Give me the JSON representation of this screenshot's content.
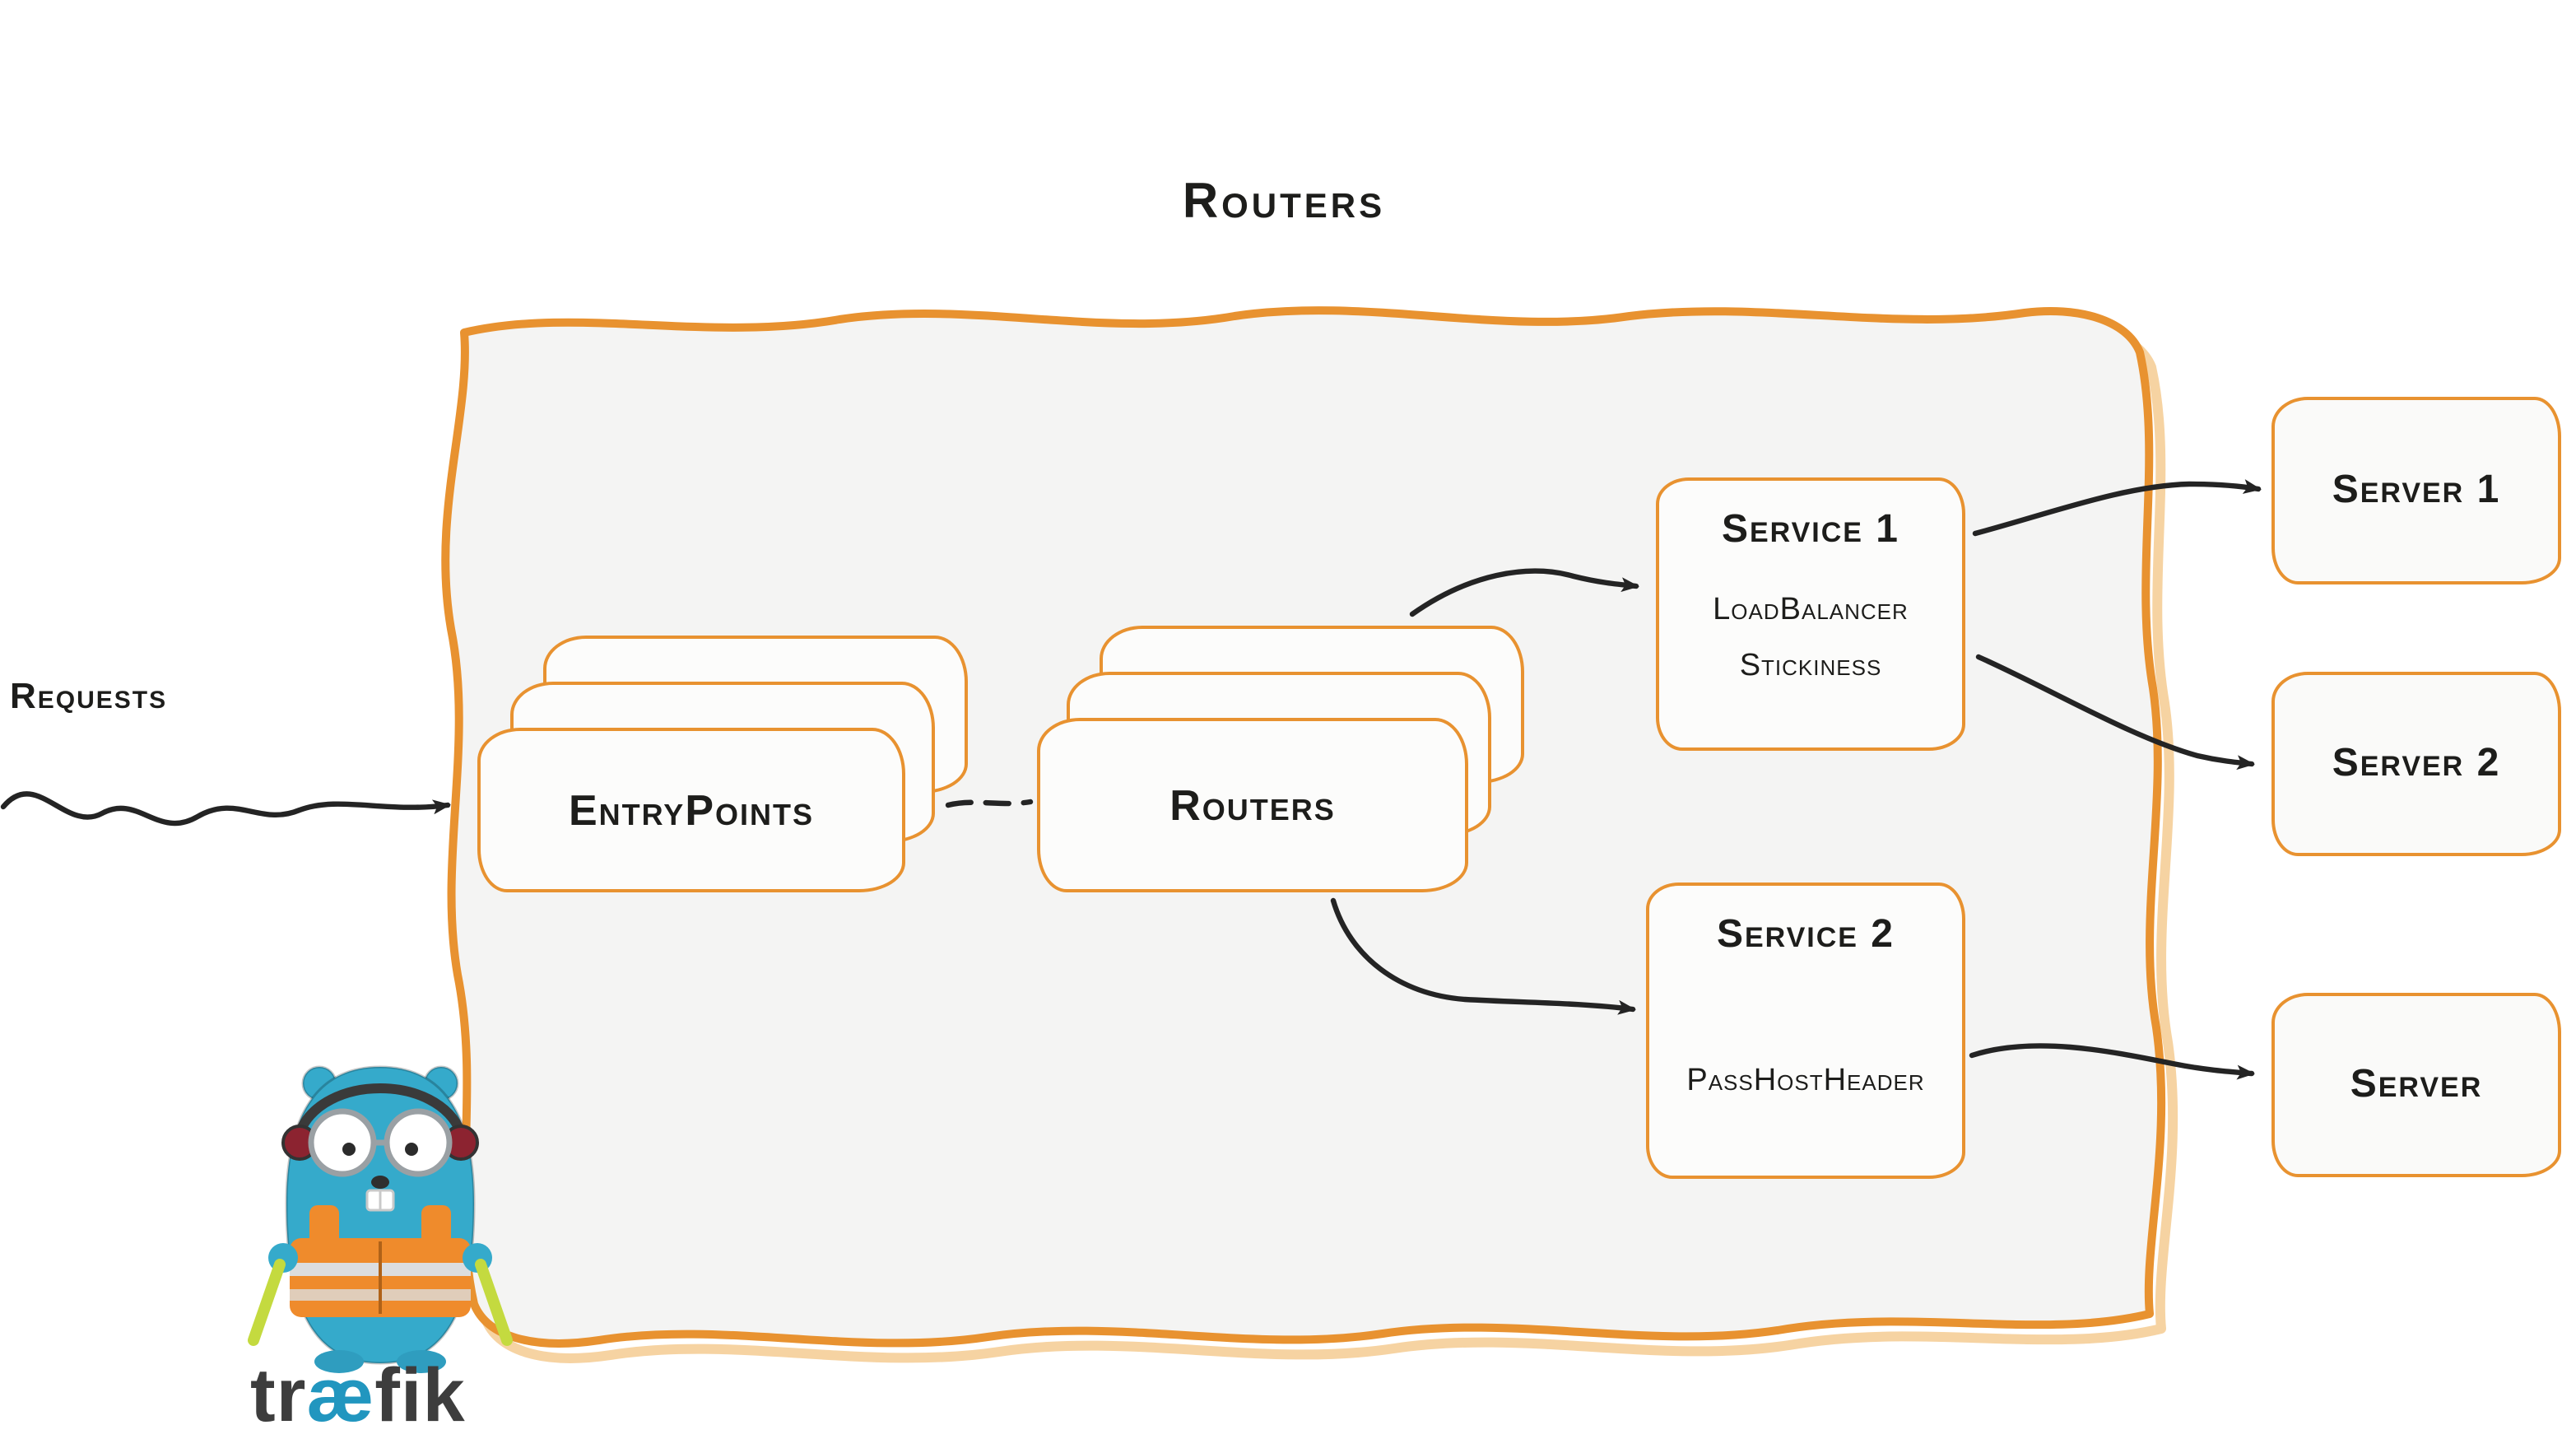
{
  "title": "Routers",
  "labels": {
    "requests": "Requests",
    "entrypoints": "EntryPoints",
    "routers": "Routers",
    "service1": {
      "title": "Service 1",
      "lines": [
        "LoadBalancer",
        "Stickiness"
      ]
    },
    "service2": {
      "title": "Service 2",
      "lines": [
        "PassHostHeader"
      ]
    },
    "servers": [
      "Server 1",
      "Server 2",
      "Server"
    ]
  },
  "logo": {
    "name": "traefik-gopher-mascot",
    "wordmark": {
      "pre": "tr",
      "mid": "æ",
      "post": "fik"
    }
  },
  "diagram": {
    "edges": [
      {
        "from": "requests",
        "to": "entrypoints"
      },
      {
        "from": "entrypoints",
        "to": "routers"
      },
      {
        "from": "routers",
        "to": "service-1"
      },
      {
        "from": "routers",
        "to": "service-2"
      },
      {
        "from": "service-1",
        "to": "server-1"
      },
      {
        "from": "service-1",
        "to": "server-2"
      },
      {
        "from": "service-2",
        "to": "server"
      }
    ]
  },
  "colors": {
    "orange": "#e89230",
    "orange_light": "#efae55",
    "container_fill": "#f4f4f3",
    "card_fill": "#fcfcfb",
    "text": "#1d1d1b",
    "arrow": "#242424",
    "logo_blue": "#35aacb",
    "logo_blue_dark": "#2f9dbf",
    "logo_vest": "#ef8b2c",
    "logo_stripe": "#dcdddf",
    "logo_baton": "#c4da3f",
    "logo_cup": "#8c2330",
    "wordmark_dark": "#3d3d3d",
    "wordmark_ae": "#2196bf"
  }
}
